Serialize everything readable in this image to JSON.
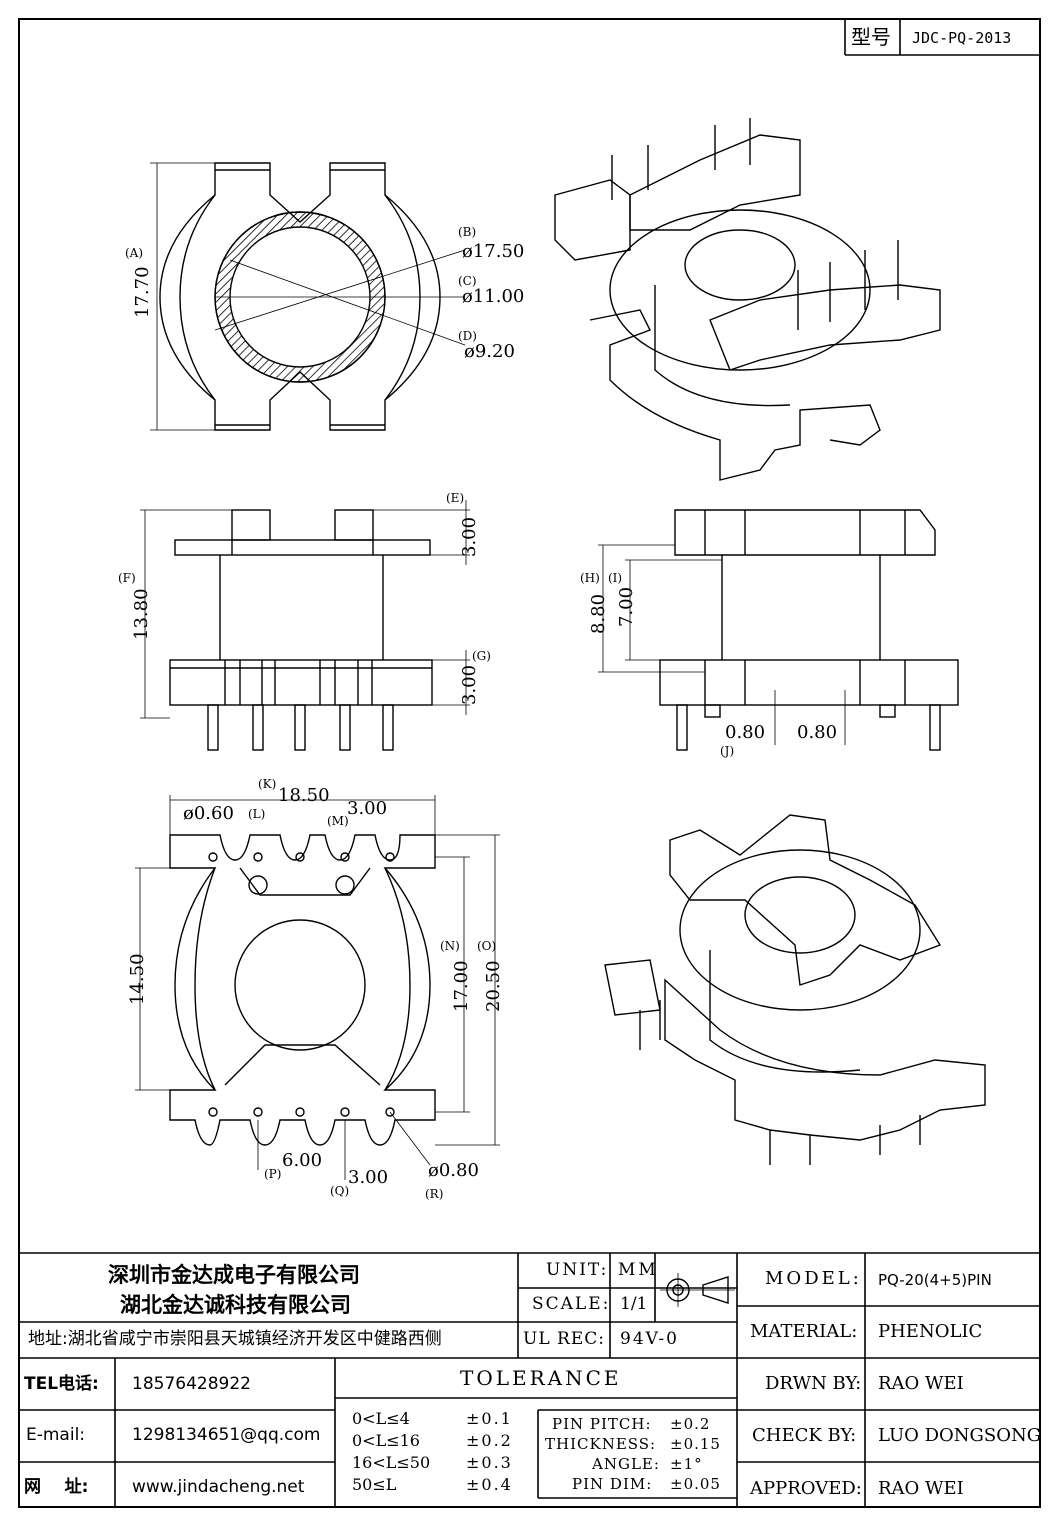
{
  "model_box": {
    "label": "型号",
    "value": "JDC-PQ-2013"
  },
  "callouts": {
    "A": "(A)",
    "B": "(B)",
    "C": "(C)",
    "D": "(D)",
    "E": "(E)",
    "F": "(F)",
    "G": "(G)",
    "H": "(H)",
    "I": "(I)",
    "J": "(J)",
    "K": "(K)",
    "L": "(L)",
    "M": "(M)",
    "N": "(N)",
    "O": "(O)",
    "P": "(P)",
    "Q": "(Q)",
    "R": "(R)"
  },
  "dims": {
    "A": "17.70",
    "B": "ø17.50",
    "C": "ø11.00",
    "D": "ø9.20",
    "E": "3.00",
    "F": "13.80",
    "G": "3.00",
    "H": "8.80",
    "I": "7.00",
    "J1": "0.80",
    "J2": "0.80",
    "K": "18.50",
    "L": "ø0.60",
    "M": "3.00",
    "N": "17.00",
    "O": "20.50",
    "side_left": "14.50",
    "P": "6.00",
    "Q": "3.00",
    "R": "ø0.80"
  },
  "title_block": {
    "company_1": "深圳市金达成电子有限公司",
    "company_2": "湖北金达诚科技有限公司",
    "address": "地址:湖北省咸宁市崇阳县天城镇经济开发区中健路西侧",
    "unit_label": "UNIT:",
    "unit_value": "MM",
    "scale_label": "SCALE:",
    "scale_value": "1/1",
    "ulrec_label": "UL REC:",
    "ulrec_value": "94V-0",
    "model_label": "MODEL:",
    "model_value": "PQ-20(4+5)PIN",
    "material_label": "MATERIAL:",
    "material_value": "PHENOLIC",
    "drawn_label": "DRWN BY:",
    "drawn_value": "RAO WEI",
    "check_label": "CHECK BY:",
    "check_value": "LUO DONGSONG",
    "approved_label": "APPROVED:",
    "approved_value": "RAO WEI",
    "tel_label": "TEL电话:",
    "tel_value": "18576428922",
    "email_label": "E-mail:",
    "email_value": "1298134651@qq.com",
    "web_label": "网    址:",
    "web_value": "www.jindacheng.net",
    "tolerance_title": "TOLERANCE",
    "tolerance_rows": [
      {
        "range": "0<L≤4",
        "value": "±0.1"
      },
      {
        "range": "0<L≤16",
        "value": "±0.2"
      },
      {
        "range": "16<L≤50",
        "value": "±0.3"
      },
      {
        "range": "50≤L",
        "value": "±0.4"
      }
    ],
    "pin_rows": [
      {
        "label": "PIN PITCH:",
        "value": "±0.2"
      },
      {
        "label": "THICKNESS:",
        "value": "±0.15"
      },
      {
        "label": "ANGLE:",
        "value": "±1°"
      },
      {
        "label": "PIN DIM:",
        "value": "±0.05"
      }
    ]
  }
}
